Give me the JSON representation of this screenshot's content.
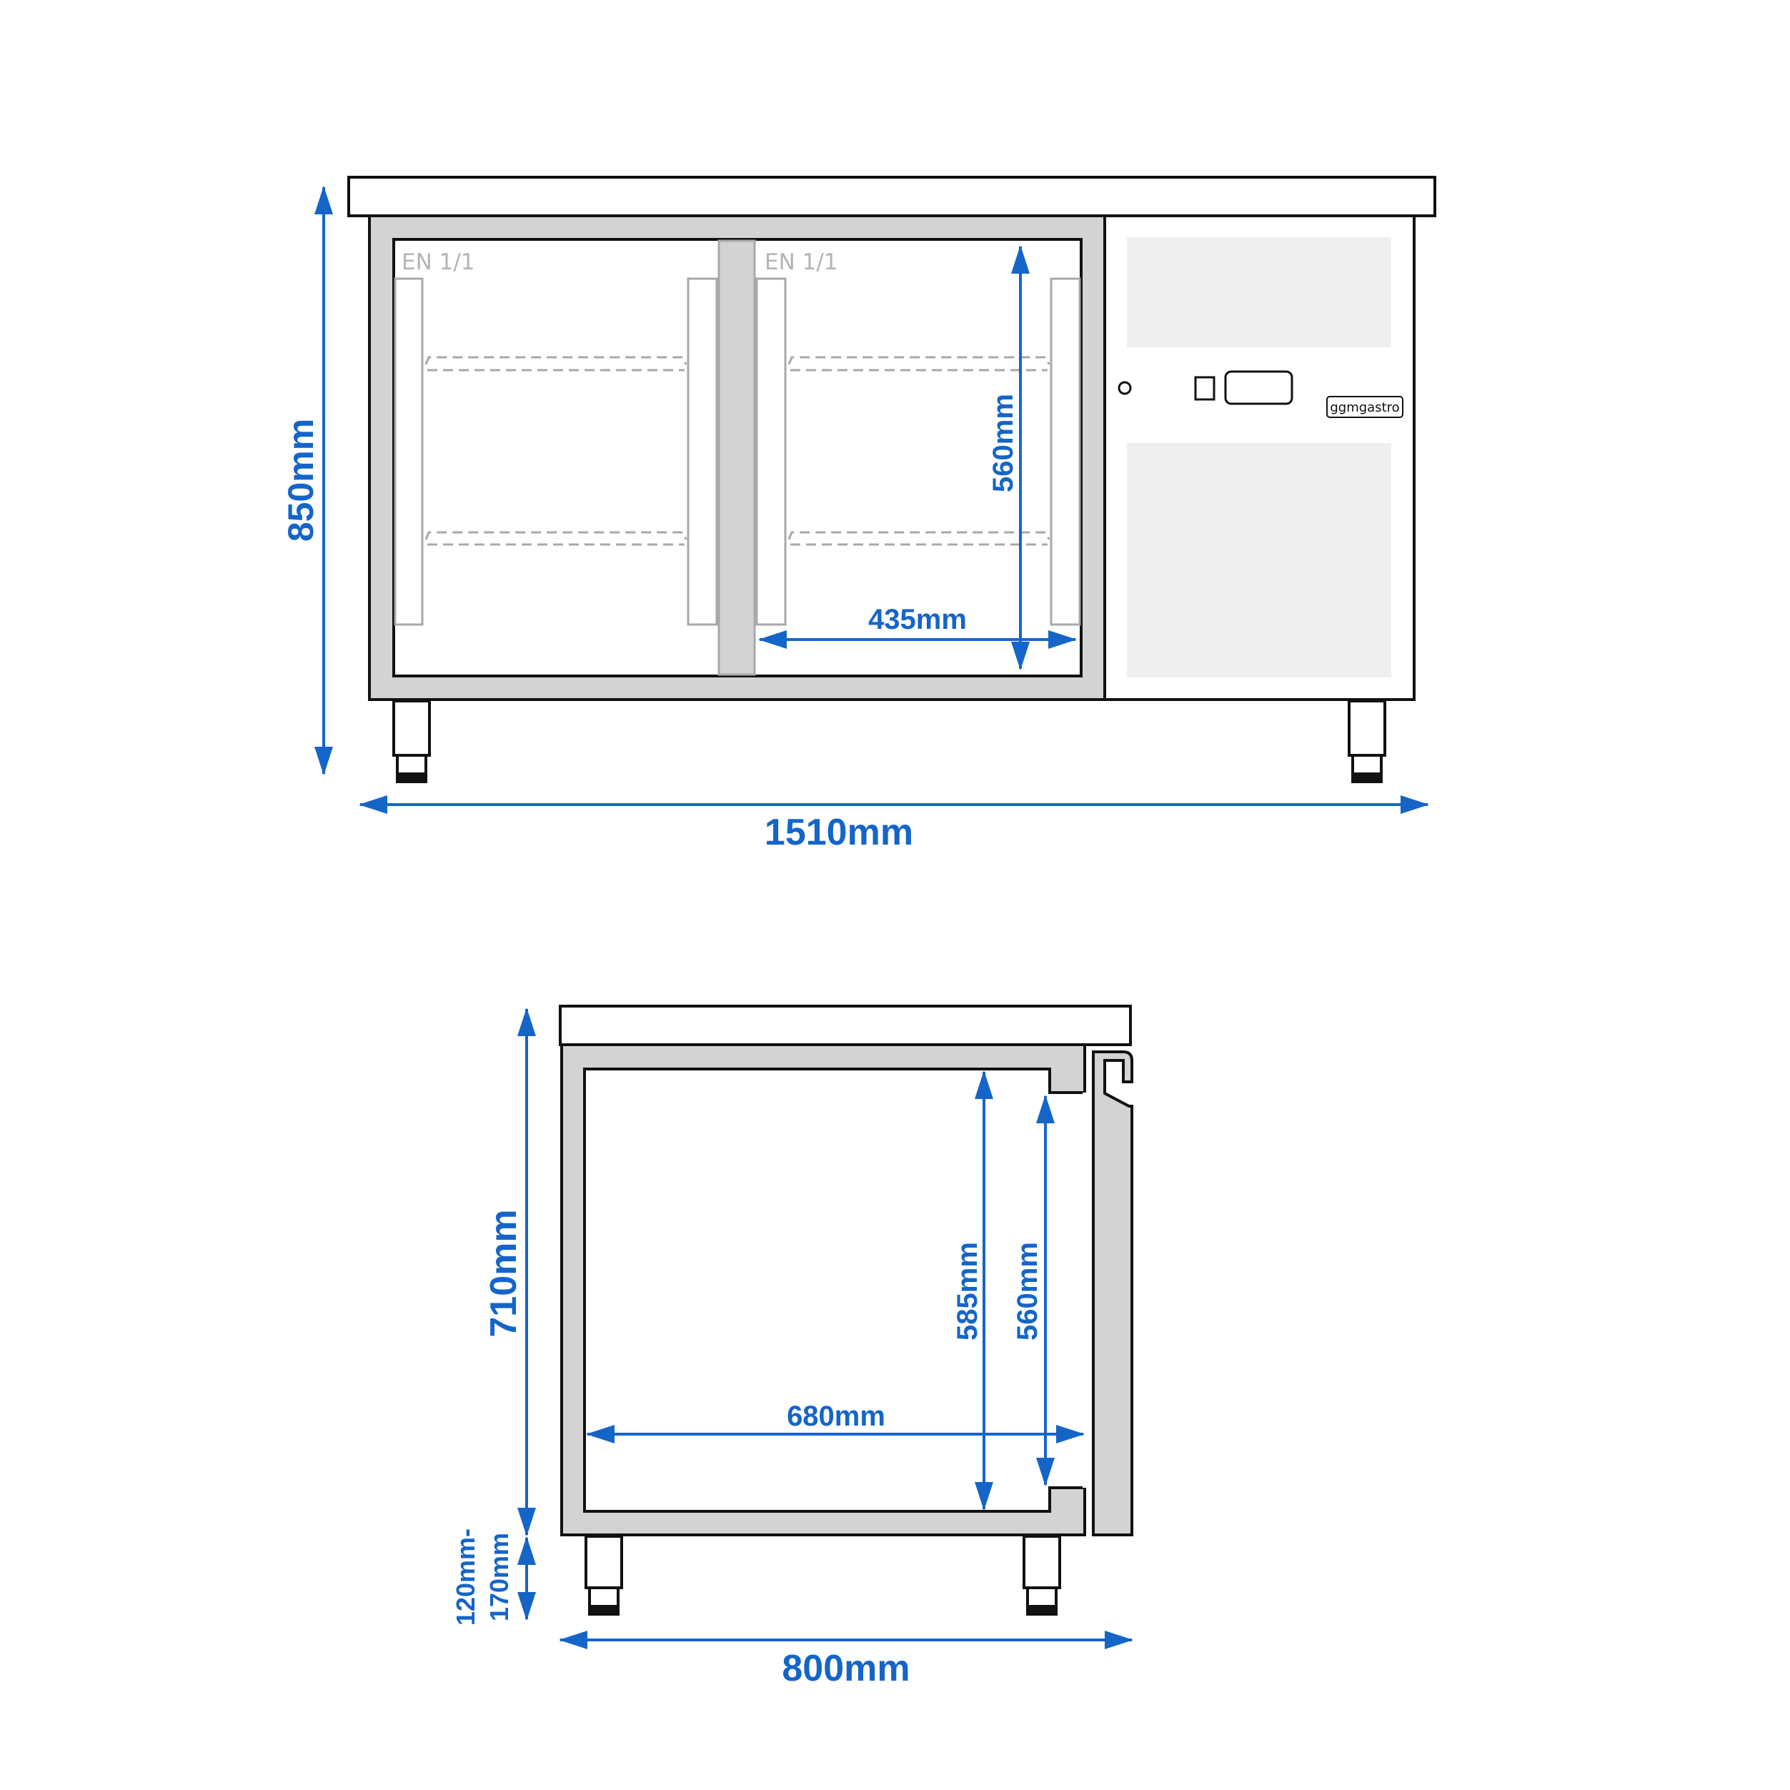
{
  "front_view": {
    "height_label": "850mm",
    "width_label": "1510mm",
    "interior_height_label": "560mm",
    "interior_width_label": "435mm",
    "gn_labels": [
      "EN 1/1",
      "EN 1/1"
    ],
    "brand_label": "ggmgastro"
  },
  "side_view": {
    "body_height_label": "710mm",
    "leg_height_label_line1": "120mm-",
    "leg_height_label_line2": "170mm",
    "interior_height_label": "585mm",
    "door_height_label": "560mm",
    "interior_depth_label": "680mm",
    "depth_label": "800mm"
  },
  "colors": {
    "dimension": "#1565c9",
    "outline": "#111111",
    "frame_gray": "#d3d3d3",
    "panel_light": "#efefef",
    "rail_gray": "#a8a8a8"
  }
}
